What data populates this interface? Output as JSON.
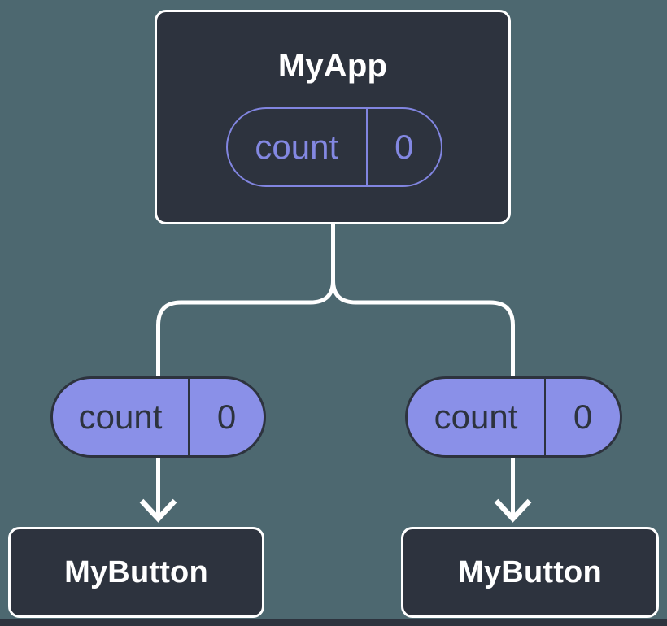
{
  "colors": {
    "background": "#4d6870",
    "node_fill": "#2d333e",
    "node_border": "#ffffff",
    "connector": "#ffffff",
    "pill_fill": "#8a90e8",
    "pill_fill_border": "#2d333e",
    "pill_fill_text": "#2d333e",
    "pill_outline": "#8185e0",
    "pill_outline_text": "#8388e2",
    "bottom_strip": "#2d333e"
  },
  "diagram": {
    "root": {
      "title": "MyApp",
      "prop": {
        "name": "count",
        "value": "0"
      }
    },
    "children": [
      {
        "title": "MyButton",
        "prop": {
          "name": "count",
          "value": "0"
        }
      },
      {
        "title": "MyButton",
        "prop": {
          "name": "count",
          "value": "0"
        }
      }
    ]
  }
}
